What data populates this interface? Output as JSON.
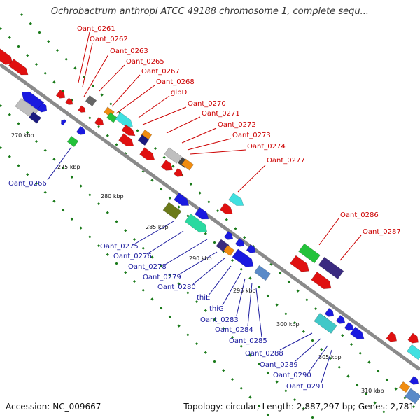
{
  "title": "Ochrobactrum anthropi ATCC 49188 chromosome 1, complete sequ...",
  "footer": {
    "accession": "Accession: NC_009667",
    "topology": "Topology: circular; Length: 2,887,297 bp; Genes: 2,781"
  },
  "ticks": [
    "270 kbp",
    "275 kbp",
    "280 kbp",
    "285 kbp",
    "290 kbp",
    "295 kbp",
    "300 kbp",
    "305 kbp",
    "310 kbp"
  ],
  "labels_forward": [
    "Oant_0261",
    "Oant_0262",
    "Oant_0263",
    "Oant_0265",
    "Oant_0267",
    "Oant_0268",
    "glpD",
    "Oant_0270",
    "Oant_0271",
    "Oant_0272",
    "Oant_0273",
    "Oant_0274",
    "Oant_0277",
    "Oant_0286",
    "Oant_0287"
  ],
  "labels_reverse": [
    "Oant_0266",
    "Oant_0275",
    "Oant_0276",
    "Oant_0278",
    "Oant_0279",
    "Oant_0280",
    "thiE",
    "thiG",
    "Oant_0283",
    "Oant_0284",
    "Oant_0285",
    "Oant_0288",
    "Oant_0289",
    "Oant_0290",
    "Oant_0291"
  ],
  "colors": {
    "forward_label": "#cc0000",
    "reverse_label": "#1a1a9e",
    "backbone": "#8a8a8a",
    "tick_marks": "#1a7a1a"
  }
}
